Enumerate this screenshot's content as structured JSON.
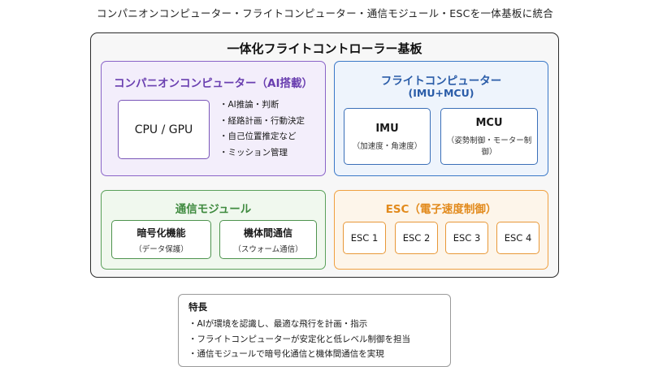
{
  "caption": "コンパニオンコンピューター・フライトコンピューター・通信モジュール・ESCを一体基板に統合",
  "board": {
    "title": "一体化フライトコントローラー基板",
    "companion": {
      "title": "コンパニオンコンピューター（AI搭載）",
      "chip": "CPU / GPU",
      "bullets": [
        "・AI推論・判断",
        "・経路計画・行動決定",
        "・自己位置推定など",
        "・ミッション管理"
      ]
    },
    "flight": {
      "title": "フライトコンピューター",
      "subtitle": "(IMU+MCU)",
      "imu": {
        "label": "IMU",
        "sub": "（加速度・角速度）"
      },
      "mcu": {
        "label": "MCU",
        "sub": "（姿勢制御・モーター制御）"
      }
    },
    "comm": {
      "title": "通信モジュール",
      "encryption": {
        "label": "暗号化機能",
        "sub": "（データ保護）"
      },
      "interunit": {
        "label": "機体間通信",
        "sub": "（スウォーム通信）"
      }
    },
    "esc": {
      "title": "ESC（電子速度制御）",
      "units": [
        "ESC 1",
        "ESC 2",
        "ESC 3",
        "ESC 4"
      ]
    }
  },
  "features": {
    "title": "特長",
    "items": [
      "・AIが環境を認識し、最適な飛行を計画・指示",
      "・フライトコンピューターが安定化と低レベル制御を担当",
      "・通信モジュールで暗号化通信と機体間通信を実現"
    ]
  }
}
